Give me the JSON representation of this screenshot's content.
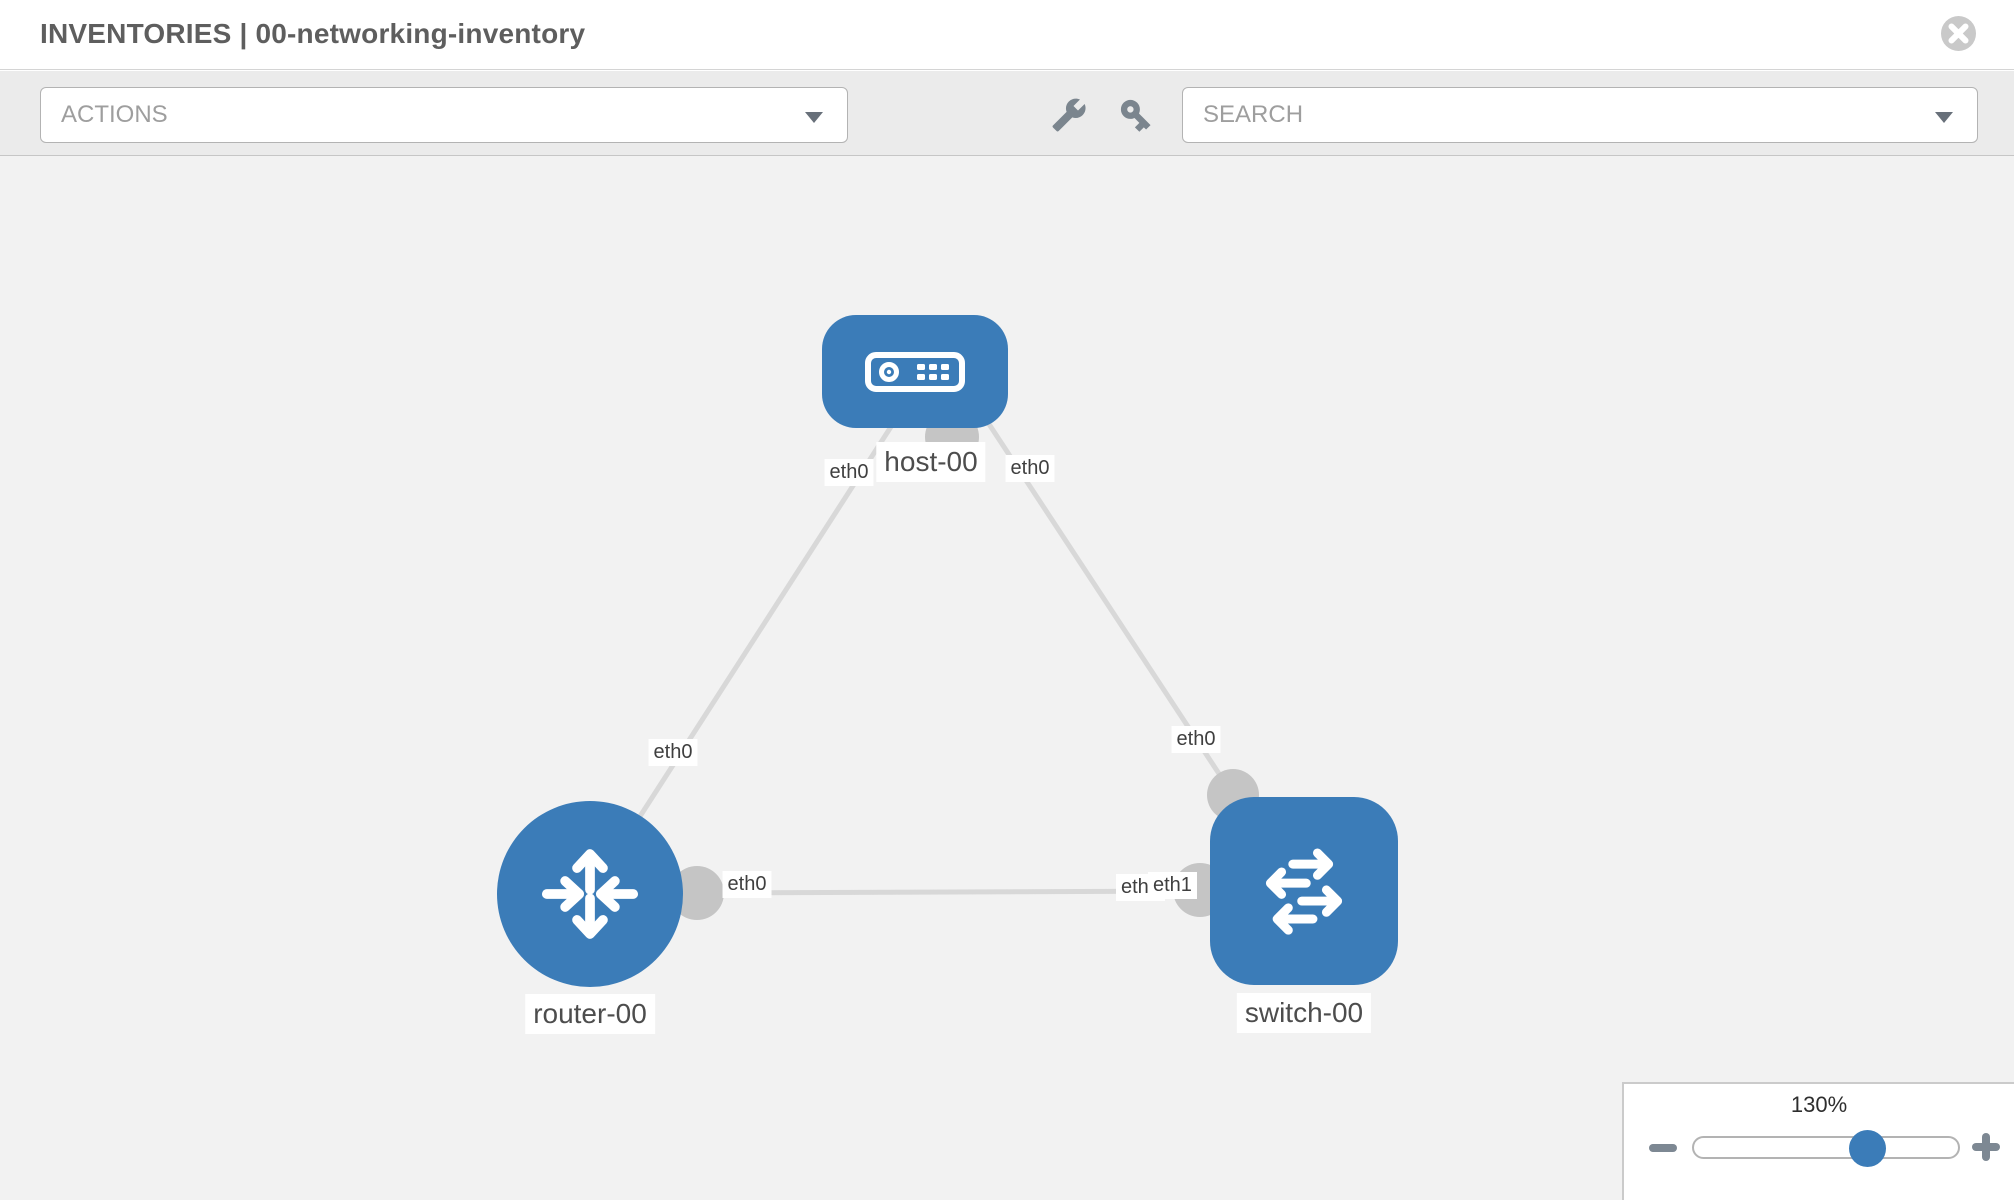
{
  "header": {
    "title": "INVENTORIES | 00-networking-inventory"
  },
  "toolbar": {
    "actions_label": "ACTIONS",
    "search_placeholder": "SEARCH"
  },
  "topology": {
    "nodes": [
      {
        "id": "host-00",
        "type": "host",
        "label": "host-00"
      },
      {
        "id": "router-00",
        "type": "router",
        "label": "router-00"
      },
      {
        "id": "switch-00",
        "type": "switch",
        "label": "switch-00"
      }
    ],
    "links": [
      {
        "source": "router-00",
        "target": "host-00",
        "source_interface": "eth0",
        "target_interface": "eth0"
      },
      {
        "source": "host-00",
        "target": "switch-00",
        "source_interface": "eth0",
        "target_interface": "eth0"
      },
      {
        "source": "router-00",
        "target": "switch-00",
        "source_interface": "eth0",
        "target_interfaces": [
          "eth0",
          "eth1"
        ]
      }
    ]
  },
  "zoom": {
    "level": "130%"
  },
  "icons": {
    "close": "close-icon",
    "wrench": "wrench-icon",
    "key": "key-icon",
    "caret": "caret-down-icon",
    "host": "host-icon",
    "router": "router-icon",
    "switch": "switch-icon",
    "minus": "minus-icon",
    "plus": "plus-icon"
  },
  "colors": {
    "node_fill": "#3b7cb8",
    "edge_stroke": "#d8d8d8",
    "port_fill": "#c5c5c5",
    "canvas_bg": "#f2f2f2",
    "toolbar_bg": "#ebebeb",
    "slider_knob": "#3b7cb8"
  }
}
